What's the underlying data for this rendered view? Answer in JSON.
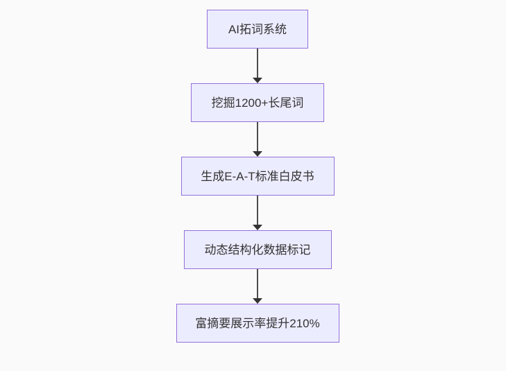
{
  "diagram": {
    "kind": "flowchart",
    "direction": "top-to-bottom",
    "nodes": [
      {
        "id": "A",
        "label": "AI拓词系统"
      },
      {
        "id": "B",
        "label": "挖掘1200+长尾词"
      },
      {
        "id": "C",
        "label": "生成E-A-T标准白皮书"
      },
      {
        "id": "D",
        "label": "动态结构化数据标记"
      },
      {
        "id": "E",
        "label": "富摘要展示率提升210%"
      }
    ],
    "edges": [
      {
        "from": "A",
        "to": "B"
      },
      {
        "from": "B",
        "to": "C"
      },
      {
        "from": "C",
        "to": "D"
      },
      {
        "from": "D",
        "to": "E"
      }
    ],
    "colors": {
      "node_fill": "#ececff",
      "node_border": "#9370db",
      "arrow": "#333333",
      "text": "#333333",
      "background": "#fafafa"
    }
  }
}
